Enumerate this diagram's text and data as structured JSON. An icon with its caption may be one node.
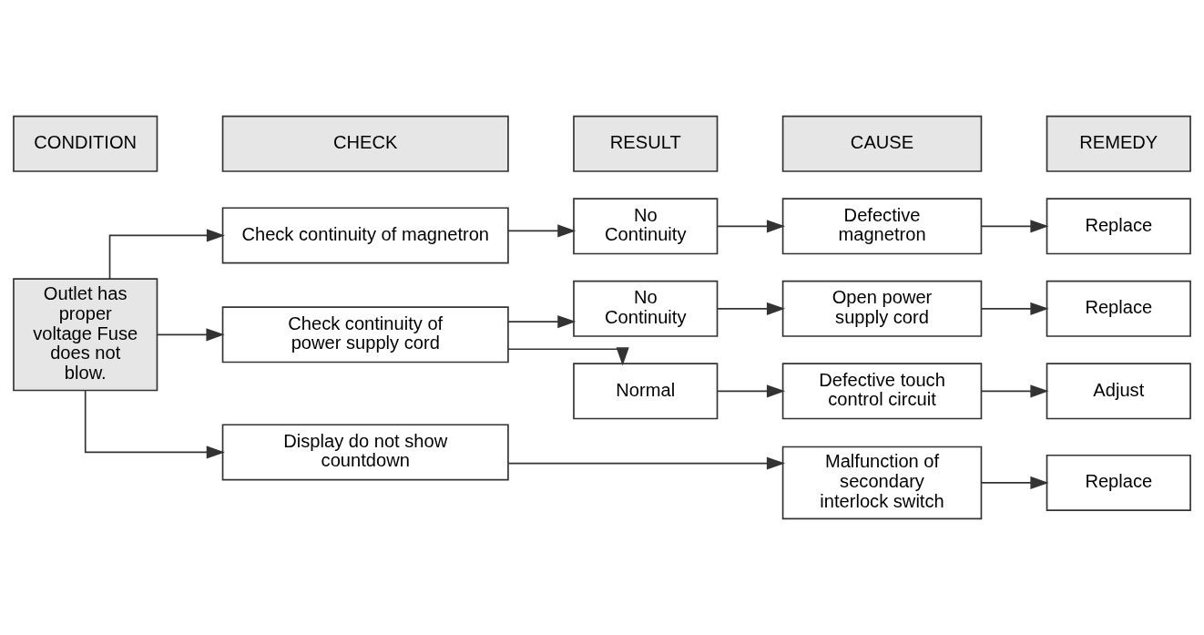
{
  "diagram": {
    "nodes": [
      {
        "text": [
          "CONDITION"
        ]
      },
      {
        "text": [
          "CHECK"
        ]
      },
      {
        "text": [
          "RESULT"
        ]
      },
      {
        "text": [
          "CAUSE"
        ]
      },
      {
        "text": [
          "REMEDY"
        ]
      },
      {
        "text": [
          "Outlet has proper voltage Fuse does not blow."
        ]
      },
      {
        "text": [
          "Check continuity of magnetron"
        ]
      },
      {
        "text": [
          "No Continuity"
        ]
      },
      {
        "text": [
          "Defective magnetron"
        ]
      },
      {
        "text": [
          "Replace"
        ]
      },
      {
        "text": [
          "Check continuity of power supply cord"
        ]
      },
      {
        "text": [
          "No Continuity"
        ]
      },
      {
        "text": [
          "Open power supply cord"
        ]
      },
      {
        "text": [
          "Replace"
        ]
      },
      {
        "text": [
          "Normal"
        ]
      },
      {
        "text": [
          "Defective touch control circuit"
        ]
      },
      {
        "text": [
          "Adjust"
        ]
      },
      {
        "text": [
          "Display do not show countdown"
        ]
      },
      {
        "text": [
          "Malfunction of secondary interlock switch"
        ]
      },
      {
        "text": [
          "Replace"
        ]
      }
    ],
    "edges": [
      {
        "from": 5,
        "to": 6,
        "arrow": "to"
      },
      {
        "from": 5,
        "to": 10,
        "arrow": "to"
      },
      {
        "from": 5,
        "to": 17,
        "arrow": "to"
      },
      {
        "from": 6,
        "to": 7,
        "arrow": "to"
      },
      {
        "from": 7,
        "to": 8,
        "arrow": "to"
      },
      {
        "from": 8,
        "to": 9,
        "arrow": "to"
      },
      {
        "from": 10,
        "to": 11,
        "arrow": "to"
      },
      {
        "from": 10,
        "to": 14,
        "arrow": "to"
      },
      {
        "from": 11,
        "to": 12,
        "arrow": "to"
      },
      {
        "from": 12,
        "to": 13,
        "arrow": "to"
      },
      {
        "from": 14,
        "to": 15,
        "arrow": "to"
      },
      {
        "from": 15,
        "to": 16,
        "arrow": "to"
      },
      {
        "from": 17,
        "to": 18,
        "arrow": "to"
      },
      {
        "from": 18,
        "to": 19,
        "arrow": "to"
      }
    ]
  }
}
